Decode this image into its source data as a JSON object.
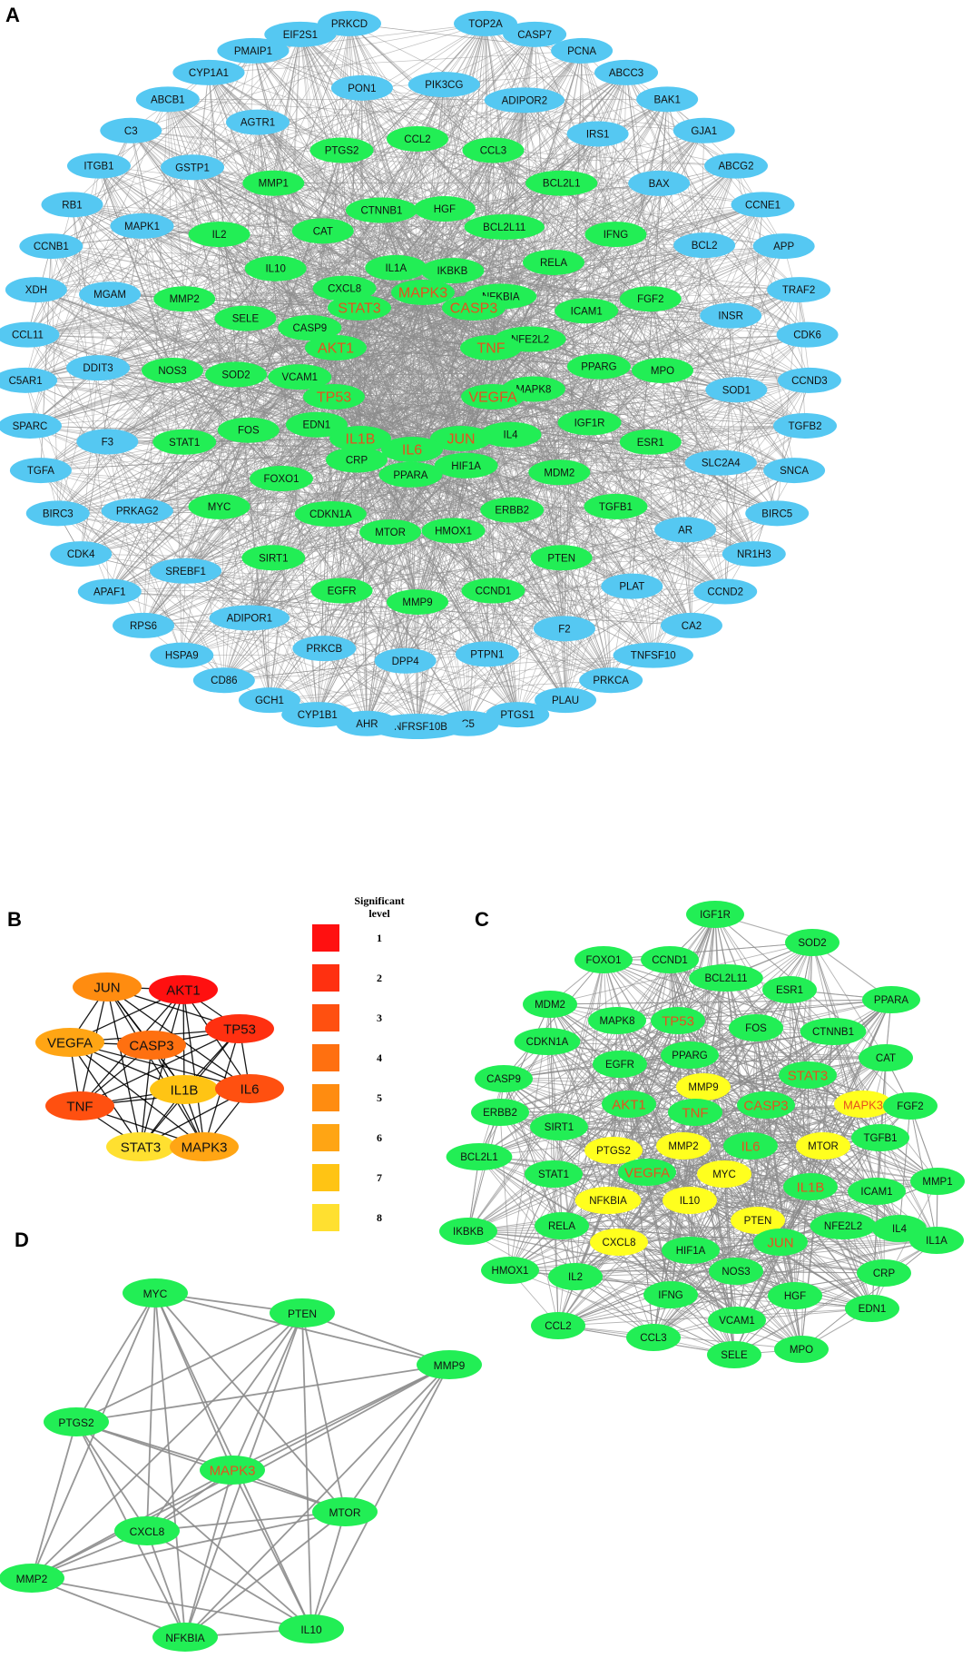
{
  "panels": {
    "A": {
      "label": "A",
      "center": [
        [
          "MAPK3",
          "hub"
        ],
        [
          "STAT3",
          "hub"
        ],
        [
          "CASP3",
          "hub"
        ],
        [
          "AKT1",
          "hub"
        ],
        [
          "TNF",
          "hub"
        ],
        [
          "TP53",
          "hub"
        ],
        [
          "VEGFA",
          "hub"
        ],
        [
          "IL1B",
          "hub"
        ],
        [
          "JUN",
          "hub"
        ],
        [
          "IL6",
          "hub"
        ]
      ],
      "mid": [
        [
          "CCL2",
          "green"
        ],
        [
          "CCL3",
          "green"
        ],
        [
          "BCL2L1",
          "green"
        ],
        [
          "IFNG",
          "green"
        ],
        [
          "FGF2",
          "green"
        ],
        [
          "MPO",
          "green"
        ],
        [
          "ESR1",
          "green"
        ],
        [
          "TGFB1",
          "green"
        ],
        [
          "PTEN",
          "green"
        ],
        [
          "CCND1",
          "green"
        ],
        [
          "MMP9",
          "green"
        ],
        [
          "EGFR",
          "green"
        ],
        [
          "SIRT1",
          "green"
        ],
        [
          "MYC",
          "green"
        ],
        [
          "STAT1",
          "green"
        ],
        [
          "NOS3",
          "green"
        ],
        [
          "MMP2",
          "green"
        ],
        [
          "IL2",
          "green"
        ],
        [
          "MMP1",
          "green"
        ],
        [
          "PTGS2",
          "green"
        ],
        [
          "HGF",
          "green"
        ],
        [
          "BCL2L11",
          "green"
        ],
        [
          "RELA",
          "green"
        ],
        [
          "ICAM1",
          "green"
        ],
        [
          "PPARG",
          "green"
        ],
        [
          "IGF1R",
          "green"
        ],
        [
          "MDM2",
          "green"
        ],
        [
          "ERBB2",
          "green"
        ],
        [
          "HMOX1",
          "green"
        ],
        [
          "MTOR",
          "green"
        ],
        [
          "CDKN1A",
          "green"
        ],
        [
          "FOXO1",
          "green"
        ],
        [
          "FOS",
          "green"
        ],
        [
          "SOD2",
          "green"
        ],
        [
          "SELE",
          "green"
        ],
        [
          "IL10",
          "green"
        ],
        [
          "CAT",
          "green"
        ],
        [
          "CTNNB1",
          "green"
        ],
        [
          "IKBKB",
          "green"
        ],
        [
          "NFKBIA",
          "green"
        ],
        [
          "NFE2L2",
          "green"
        ],
        [
          "MAPK8",
          "green"
        ],
        [
          "IL4",
          "green"
        ],
        [
          "HIF1A",
          "green"
        ],
        [
          "PPARA",
          "green"
        ],
        [
          "CRP",
          "green"
        ],
        [
          "EDN1",
          "green"
        ],
        [
          "VCAM1",
          "green"
        ],
        [
          "CASP9",
          "green"
        ],
        [
          "CXCL8",
          "green"
        ],
        [
          "IL1A",
          "green"
        ]
      ],
      "outer": [
        [
          "TOP2A",
          "blue"
        ],
        [
          "CASP7",
          "blue"
        ],
        [
          "PCNA",
          "blue"
        ],
        [
          "ABCC3",
          "blue"
        ],
        [
          "BAK1",
          "blue"
        ],
        [
          "GJA1",
          "blue"
        ],
        [
          "ABCG2",
          "blue"
        ],
        [
          "CCNE1",
          "blue"
        ],
        [
          "APP",
          "blue"
        ],
        [
          "TRAF2",
          "blue"
        ],
        [
          "CDK6",
          "blue"
        ],
        [
          "CCND3",
          "blue"
        ],
        [
          "TGFB2",
          "blue"
        ],
        [
          "SNCA",
          "blue"
        ],
        [
          "BIRC5",
          "blue"
        ],
        [
          "NR1H3",
          "blue"
        ],
        [
          "CCND2",
          "blue"
        ],
        [
          "CA2",
          "blue"
        ],
        [
          "TNFSF10",
          "blue"
        ],
        [
          "PRKCA",
          "blue"
        ],
        [
          "PLAU",
          "blue"
        ],
        [
          "PTGS1",
          "blue"
        ],
        [
          "C5",
          "blue"
        ],
        [
          "TNFRSF10B",
          "blue"
        ],
        [
          "AHR",
          "blue"
        ],
        [
          "CYP1B1",
          "blue"
        ],
        [
          "GCH1",
          "blue"
        ],
        [
          "CD86",
          "blue"
        ],
        [
          "HSPA9",
          "blue"
        ],
        [
          "RPS6",
          "blue"
        ],
        [
          "APAF1",
          "blue"
        ],
        [
          "CDK4",
          "blue"
        ],
        [
          "BIRC3",
          "blue"
        ],
        [
          "TGFA",
          "blue"
        ],
        [
          "SPARC",
          "blue"
        ],
        [
          "C5AR1",
          "blue"
        ],
        [
          "CCL11",
          "blue"
        ],
        [
          "XDH",
          "blue"
        ],
        [
          "CCNB1",
          "blue"
        ],
        [
          "RB1",
          "blue"
        ],
        [
          "ITGB1",
          "blue"
        ],
        [
          "C3",
          "blue"
        ],
        [
          "ABCB1",
          "blue"
        ],
        [
          "CYP1A1",
          "blue"
        ],
        [
          "PMAIP1",
          "blue"
        ],
        [
          "EIF2S1",
          "blue"
        ],
        [
          "PRKCD",
          "blue"
        ]
      ],
      "inner_blue": [
        [
          "PON1",
          "blue"
        ],
        [
          "PIK3CG",
          "blue"
        ],
        [
          "ADIPOR2",
          "blue"
        ],
        [
          "IRS1",
          "blue"
        ],
        [
          "BAX",
          "blue"
        ],
        [
          "BCL2",
          "blue"
        ],
        [
          "INSR",
          "blue"
        ],
        [
          "SOD1",
          "blue"
        ],
        [
          "SLC2A4",
          "blue"
        ],
        [
          "AR",
          "blue"
        ],
        [
          "PLAT",
          "blue"
        ],
        [
          "F2",
          "blue"
        ],
        [
          "PTPN1",
          "blue"
        ],
        [
          "DPP4",
          "blue"
        ],
        [
          "PRKCB",
          "blue"
        ],
        [
          "ADIPOR1",
          "blue"
        ],
        [
          "SREBF1",
          "blue"
        ],
        [
          "PRKAG2",
          "blue"
        ],
        [
          "F3",
          "blue"
        ],
        [
          "DDIT3",
          "blue"
        ],
        [
          "MGAM",
          "blue"
        ],
        [
          "MAPK1",
          "blue"
        ],
        [
          "GSTP1",
          "blue"
        ],
        [
          "AGTR1",
          "blue"
        ]
      ]
    },
    "B": {
      "label": "B",
      "nodes": [
        [
          "JUN",
          5
        ],
        [
          "AKT1",
          1
        ],
        [
          "TP53",
          2
        ],
        [
          "VEGFA",
          6
        ],
        [
          "CASP3",
          4
        ],
        [
          "IL1B",
          7
        ],
        [
          "IL6",
          3
        ],
        [
          "TNF",
          3
        ],
        [
          "STAT3",
          8
        ],
        [
          "MAPK3",
          6
        ]
      ],
      "legend_title_line1": "Significant",
      "legend_title_line2": "level",
      "legend_levels": [
        "1",
        "2",
        "3",
        "4",
        "5",
        "6",
        "7",
        "8"
      ]
    },
    "C": {
      "label": "C",
      "nodes": [
        [
          "IGF1R",
          "green"
        ],
        [
          "SOD2",
          "green"
        ],
        [
          "FOXO1",
          "green"
        ],
        [
          "CCND1",
          "green"
        ],
        [
          "BCL2L11",
          "green"
        ],
        [
          "ESR1",
          "green"
        ],
        [
          "PPARA",
          "green"
        ],
        [
          "MDM2",
          "green"
        ],
        [
          "MAPK8",
          "green"
        ],
        [
          "TP53",
          "hub"
        ],
        [
          "FOS",
          "green"
        ],
        [
          "CTNNB1",
          "green"
        ],
        [
          "CDKN1A",
          "green"
        ],
        [
          "PPARG",
          "green"
        ],
        [
          "CAT",
          "green"
        ],
        [
          "EGFR",
          "green"
        ],
        [
          "MMP9",
          "yellow"
        ],
        [
          "STAT3",
          "hub"
        ],
        [
          "CASP9",
          "green"
        ],
        [
          "AKT1",
          "hub"
        ],
        [
          "TNF",
          "hub"
        ],
        [
          "CASP3",
          "hub"
        ],
        [
          "MAPK3",
          "hubY"
        ],
        [
          "FGF2",
          "green"
        ],
        [
          "ERBB2",
          "green"
        ],
        [
          "SIRT1",
          "green"
        ],
        [
          "PTGS2",
          "yellow"
        ],
        [
          "MMP2",
          "yellow"
        ],
        [
          "IL6",
          "hub"
        ],
        [
          "MTOR",
          "yellow"
        ],
        [
          "TGFB1",
          "green"
        ],
        [
          "BCL2L1",
          "green"
        ],
        [
          "STAT1",
          "green"
        ],
        [
          "VEGFA",
          "hub"
        ],
        [
          "MYC",
          "yellow"
        ],
        [
          "IL1B",
          "hub"
        ],
        [
          "ICAM1",
          "green"
        ],
        [
          "MMP1",
          "green"
        ],
        [
          "NFKBIA",
          "yellow"
        ],
        [
          "IL10",
          "yellow"
        ],
        [
          "PTEN",
          "yellow"
        ],
        [
          "NFE2L2",
          "green"
        ],
        [
          "IKBKB",
          "green"
        ],
        [
          "RELA",
          "green"
        ],
        [
          "IL4",
          "green"
        ],
        [
          "IL1A",
          "green"
        ],
        [
          "CXCL8",
          "yellow"
        ],
        [
          "HIF1A",
          "green"
        ],
        [
          "JUN",
          "hub"
        ],
        [
          "HMOX1",
          "green"
        ],
        [
          "IL2",
          "green"
        ],
        [
          "NOS3",
          "green"
        ],
        [
          "CRP",
          "green"
        ],
        [
          "IFNG",
          "green"
        ],
        [
          "HGF",
          "green"
        ],
        [
          "VCAM1",
          "green"
        ],
        [
          "EDN1",
          "green"
        ],
        [
          "CCL2",
          "green"
        ],
        [
          "CCL3",
          "green"
        ],
        [
          "SELE",
          "green"
        ],
        [
          "MPO",
          "green"
        ]
      ]
    },
    "D": {
      "label": "D",
      "nodes": [
        [
          "MYC",
          "green"
        ],
        [
          "PTEN",
          "green"
        ],
        [
          "MMP9",
          "green"
        ],
        [
          "PTGS2",
          "green"
        ],
        [
          "MAPK3",
          "hub"
        ],
        [
          "MTOR",
          "green"
        ],
        [
          "CXCL8",
          "green"
        ],
        [
          "MMP2",
          "green"
        ],
        [
          "IL10",
          "green"
        ],
        [
          "NFKBIA",
          "green"
        ]
      ]
    }
  },
  "colors": {
    "green": "#22ee55",
    "blue": "#55c8f2",
    "yellow": "#ffff1e",
    "hub_text": "#e8501e",
    "edge": "#8c8c8c",
    "levels": [
      "#ff1010",
      "#ff3010",
      "#ff5010",
      "#ff7010",
      "#ff8c10",
      "#ffa514",
      "#ffc414",
      "#ffe030"
    ]
  }
}
